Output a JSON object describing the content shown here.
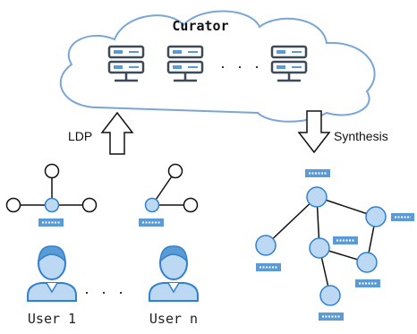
{
  "cloud": {
    "title": "Curator",
    "ellipsis": "· · ·"
  },
  "arrows": {
    "up_label": "LDP",
    "down_label": "Synthesis"
  },
  "users": {
    "left_label": "User 1",
    "right_label": "User n",
    "ellipsis": "· · ·"
  },
  "colors": {
    "node_fill": "#bcd8f3",
    "node_stroke": "#2f80d1",
    "badge_fill": "#5b9bd5",
    "server_stroke": "#3f4a59",
    "server_dot": "#5b9bd5",
    "cloud_stroke": "#7aa5d6",
    "edge": "#111111"
  }
}
